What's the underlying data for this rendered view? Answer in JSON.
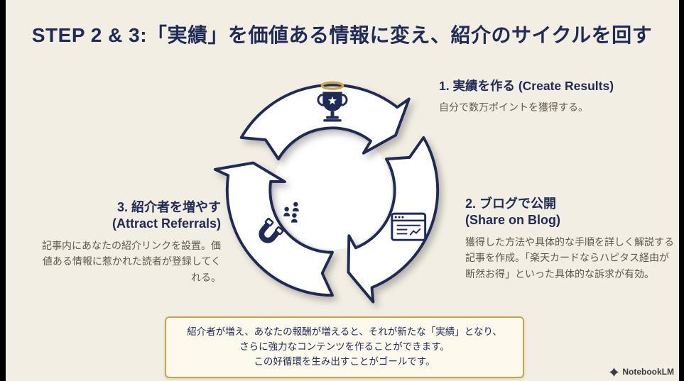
{
  "page": {
    "title": "STEP 2 & 3:「実績」を価値ある情報に変え、紹介のサイクルを回す",
    "colors": {
      "background": "#f3eee3",
      "navy": "#1f2a56",
      "gold": "#c9a44a",
      "body_text": "#5d594e",
      "callout_background": "#fdf9ed"
    }
  },
  "cycle": {
    "direction": "clockwise",
    "steps": [
      {
        "id": "1",
        "title": "1. 実績を作る (Create Results)",
        "description": "自分で数万ポイントを獲得する。",
        "icon": "trophy-icon",
        "position": "top"
      },
      {
        "id": "2",
        "title": "2. ブログで公開",
        "title_en": "(Share on Blog)",
        "description": "獲得した方法や具体的な手順を詳しく解説する記事を作成。「楽天カードならハピタス経由が断然お得」といった具体的な訴求が有効。",
        "icon": "blog-window-icon",
        "position": "right"
      },
      {
        "id": "3",
        "title": "3. 紹介者を増やす",
        "title_en": "(Attract Referrals)",
        "description": "記事内にあなたの紹介リンクを設置。価値ある情報に惹かれた読者が登録してくれる。",
        "icon": "magnet-people-icon",
        "position": "left"
      }
    ]
  },
  "callout": {
    "line1": "紹介者が増え、あなたの報酬が増えると、それが新たな「実績」となり、",
    "line2": "さらに強力なコンテンツを作ることができます。",
    "line3": "この好循環を生み出すことがゴールです。"
  },
  "footer": {
    "brand": "NotebookLM",
    "logo_icon": "notebooklm-logo-icon"
  }
}
